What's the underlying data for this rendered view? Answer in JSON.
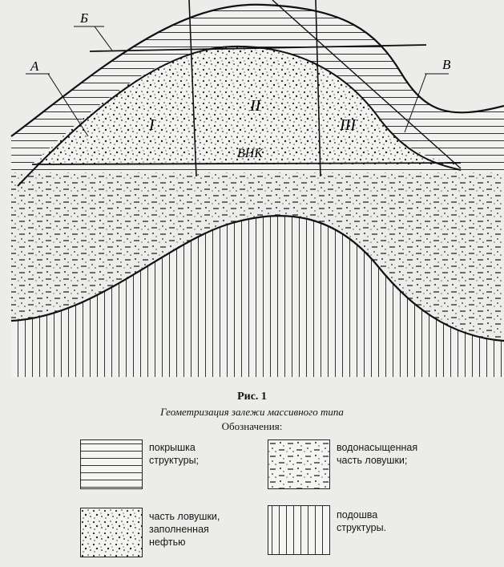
{
  "labels": {
    "b": "Б",
    "a": "А",
    "v": "В",
    "zone1": "I",
    "zone2": "II",
    "zone3": "III",
    "vnk": "ВНК"
  },
  "caption": {
    "title": "Рис. 1",
    "subtitle": "Геометризация залежи массивного типа",
    "legend_heading": "Обозначения:"
  },
  "legend": [
    {
      "text": "покрышка\nструктуры;",
      "pattern": "horizontal-lines"
    },
    {
      "text": "водонасыщенная\nчасть ловушки;",
      "pattern": "dots-and-dashes"
    },
    {
      "text": "часть ловушки,\nзаполненная\nнефтью",
      "pattern": "dots"
    },
    {
      "text": "подошва\nструктуры.",
      "pattern": "vertical-lines"
    }
  ]
}
